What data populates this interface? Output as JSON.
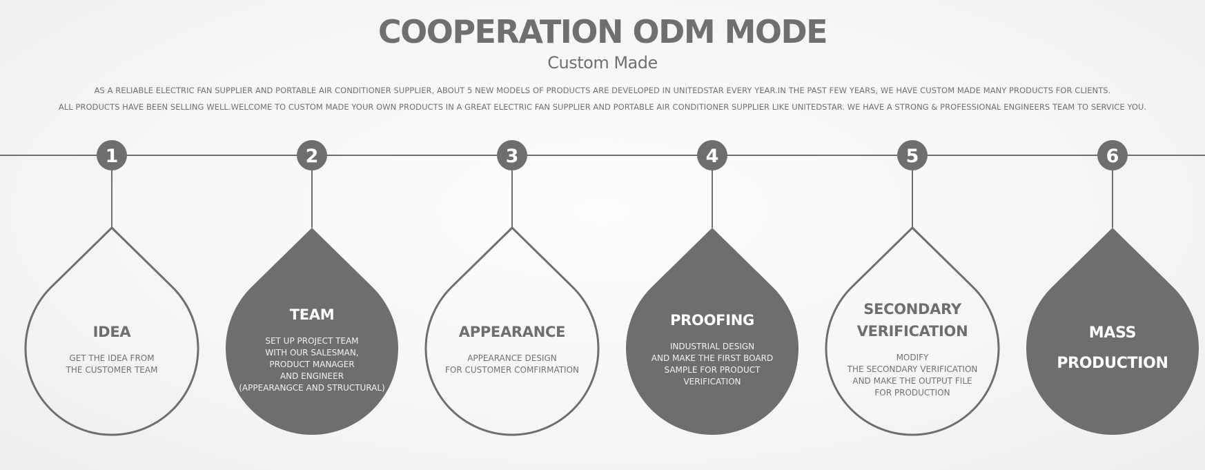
{
  "header": {
    "title": "COOPERATION ODM MODE",
    "subtitle": "Custom Made",
    "intro_line_1": "AS A RELIABLE ELECTRIC FAN SUPPLIER AND PORTABLE AIR CONDITIONER SUPPLIER, ABOUT 5 NEW MODELS OF PRODUCTS ARE DEVELOPED IN UNITEDSTAR EVERY YEAR.IN THE PAST FEW YEARS, WE HAVE CUSTOM MADE MANY PRODUCTS FOR CLIENTS.",
    "intro_line_2": "ALL PRODUCTS HAVE BEEN SELLING WELL.WELCOME TO CUSTOM MADE YOUR OWN PRODUCTS IN A GREAT ELECTRIC FAN SUPPLIER AND PORTABLE AIR CONDITIONER SUPPLIER LIKE UNITEDSTAR. WE HAVE A STRONG & PROFESSIONAL ENGINEERS TEAM TO SERVICE YOU."
  },
  "colors": {
    "accent": "#6e6e6e",
    "outline": "#6e6e6e",
    "line": "#6e6e6e",
    "text_on_dark": "#ffffff"
  },
  "steps": [
    {
      "number": "1",
      "style": "outline",
      "heading": "IDEA",
      "description": "GET THE IDEA FROM\nTHE CUSTOMER TEAM"
    },
    {
      "number": "2",
      "style": "filled",
      "heading": "TEAM",
      "description": "SET UP PROJECT TEAM\nWITH OUR SALESMAN,\nPRODUCT MANAGER\nAND ENGINEER\n(APPEARANGCE AND STRUCTURAL)"
    },
    {
      "number": "3",
      "style": "outline",
      "heading": "APPEARANCE",
      "description": "APPEARANCE DESIGN\nFOR CUSTOMER COMFIRMATION"
    },
    {
      "number": "4",
      "style": "filled",
      "heading": "PROOFING",
      "description": "INDUSTRIAL DESIGN\nAND MAKE THE FIRST BOARD\nSAMPLE FOR PRODUCT\nVERIFICATION"
    },
    {
      "number": "5",
      "style": "outline",
      "heading": "SECONDARY\nVERIFICATION",
      "description": "MODIFY\nTHE SECONDARY VERIFICATION\nAND MAKE THE OUTPUT FILE\nFOR PRODUCTION"
    },
    {
      "number": "6",
      "style": "filled",
      "heading": "MASS\nPRODUCTION",
      "description": ""
    }
  ]
}
